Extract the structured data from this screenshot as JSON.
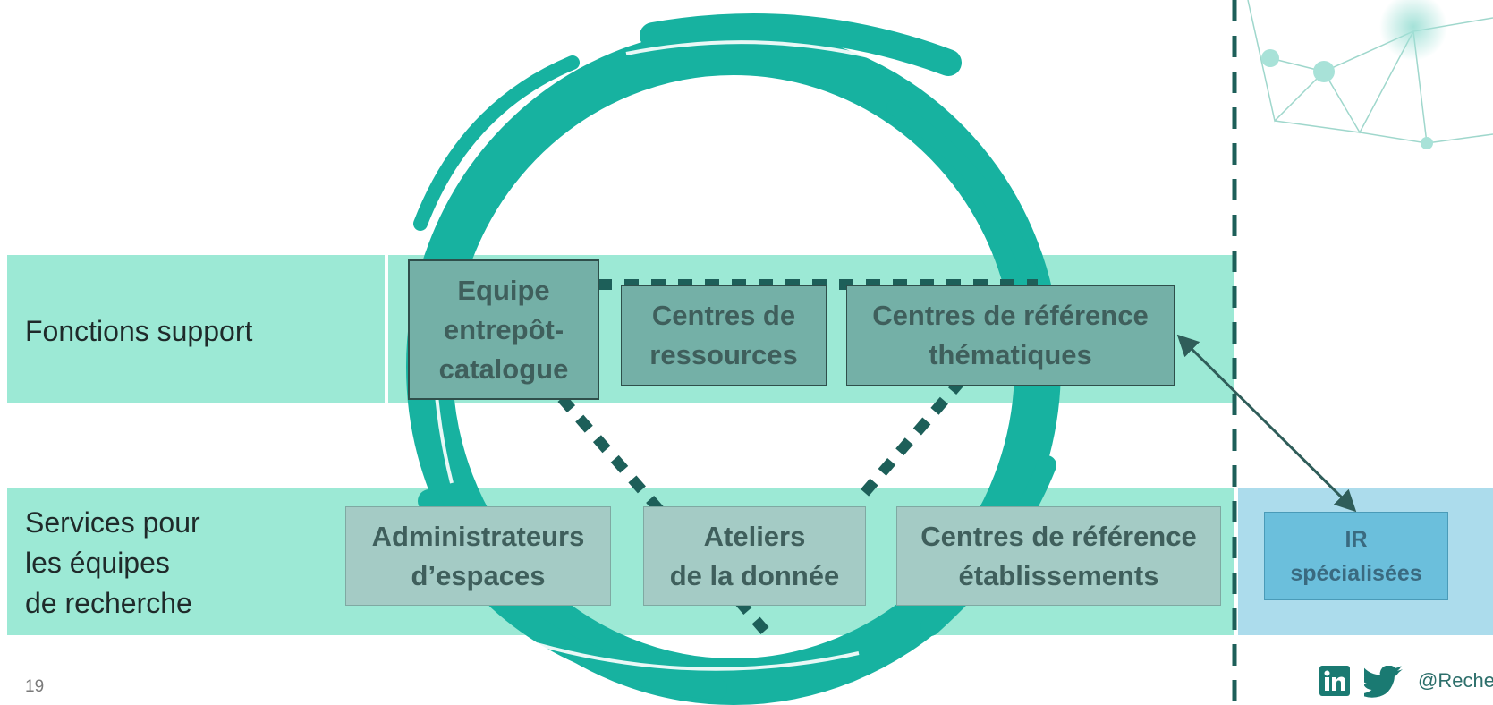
{
  "rows": {
    "support_label": "Fonctions support",
    "services_label_lines": [
      "Services pour",
      "les équipes",
      "de recherche"
    ]
  },
  "boxes": {
    "equipe": "Equipe\nentrepôt-\ncatalogue",
    "centres_ressources": "Centres de\nressources",
    "centres_thematiques": "Centres de référence\nthématiques",
    "administrateurs": "Administrateurs\nd’espaces",
    "ateliers": "Ateliers\nde la donnée",
    "centres_etablissements": "Centres de référence\nétablissements",
    "ir": "IR\nspécialisées"
  },
  "footer": {
    "page_number": "19",
    "handle": "@Recher",
    "social_icons": [
      "linkedin-icon",
      "twitter-icon"
    ]
  },
  "colors": {
    "band_green": "#9ce9d5",
    "band_blue": "#acdcec",
    "ring_teal": "#17b2a0",
    "dash_dark": "#1d5f59",
    "box_dark": "#74b0a7",
    "box_light": "#a4cbc5",
    "box_ir": "#6bbfdc"
  }
}
